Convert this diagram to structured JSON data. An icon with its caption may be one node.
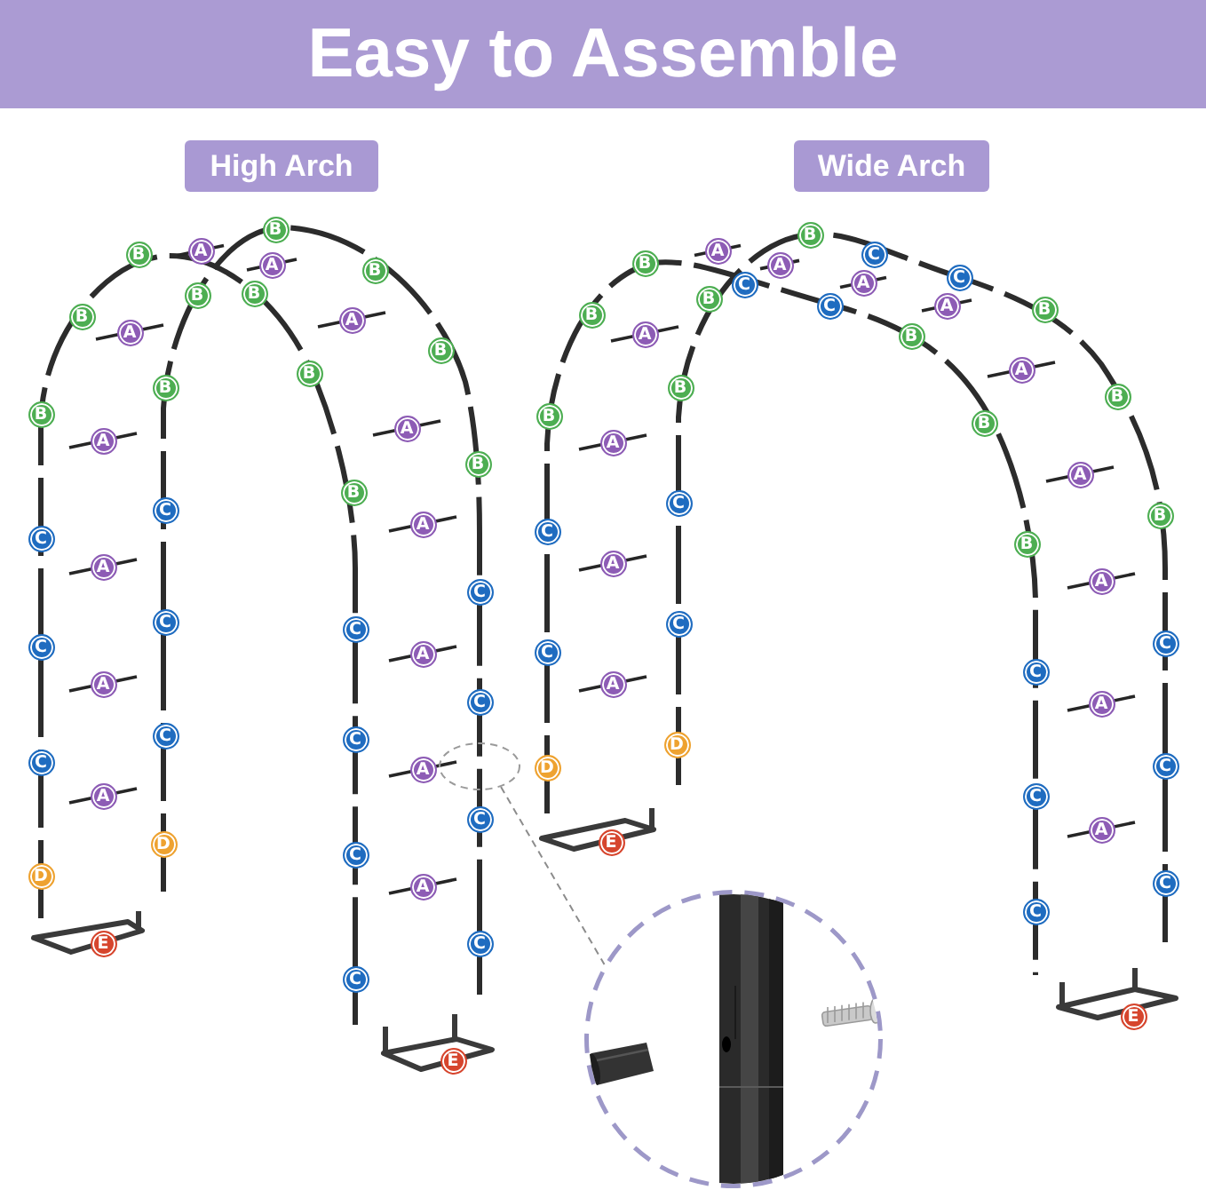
{
  "diagram": {
    "title": "Easy to Assemble",
    "nodes": [
      {
        "text": [
          "High Arch"
        ]
      },
      {
        "text": [
          "Wide Arch"
        ]
      },
      {
        "text": [],
        "shape": "circle"
      },
      {
        "text": [],
        "shape": "circle"
      }
    ],
    "edges": [
      {
        "from": 2,
        "to": 3,
        "arrow": "none",
        "style": "dashed"
      }
    ],
    "labels": [
      "B",
      "A",
      "B",
      "A",
      "B",
      "B",
      "B",
      "B",
      "A",
      "A",
      "B",
      "B",
      "B",
      "B",
      "A",
      "A",
      "B",
      "B",
      "C",
      "A",
      "C",
      "A",
      "C",
      "C",
      "C",
      "C",
      "A",
      "A",
      "C",
      "C",
      "C",
      "C",
      "A",
      "A",
      "C",
      "D",
      "C",
      "D",
      "A",
      "E",
      "C",
      "C",
      "E",
      "B",
      "A",
      "C",
      "B",
      "A",
      "C",
      "A",
      "C",
      "B",
      "C",
      "A",
      "B",
      "B",
      "A",
      "B",
      "A",
      "B",
      "B",
      "B",
      "B",
      "A",
      "A",
      "C",
      "B",
      "C",
      "B",
      "A",
      "A",
      "C",
      "C",
      "C",
      "C",
      "A",
      "A",
      "D",
      "C",
      "D",
      "C",
      "A",
      "E",
      "C",
      "C",
      "E"
    ]
  }
}
